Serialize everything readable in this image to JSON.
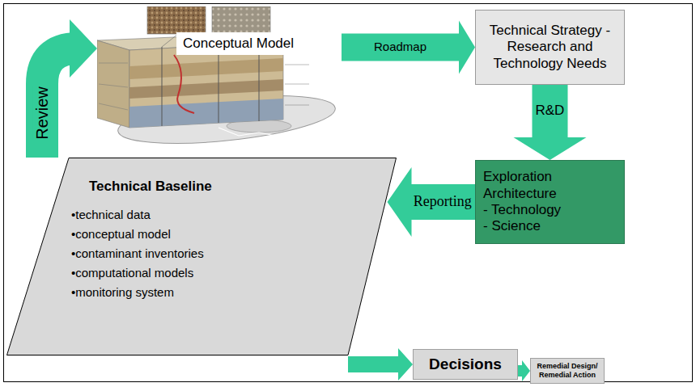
{
  "diagram": {
    "nodes": [
      {
        "text": [
          "Conceptual Model"
        ]
      },
      {
        "text": [
          "Technical Strategy - Research and Technology Needs"
        ]
      },
      {
        "text": [
          "Exploration Architecture",
          "- Technology",
          "- Science"
        ]
      },
      {
        "text": [
          "Technical Baseline",
          "•technical data",
          "•conceptual model",
          "•contaminant inventories",
          "•computational models",
          "•monitoring system"
        ]
      },
      {
        "text": [
          "Decisions"
        ]
      },
      {
        "text": [
          "Remedial Design/ Remedial Action"
        ]
      }
    ],
    "edges": [
      {
        "from": 0,
        "to": 1,
        "arrow": "to",
        "label": "Roadmap"
      },
      {
        "from": 1,
        "to": 2,
        "arrow": "to",
        "label": "R&D"
      },
      {
        "from": 2,
        "to": 3,
        "arrow": "to",
        "label": "Reporting"
      },
      {
        "from": 3,
        "to": 0,
        "arrow": "to",
        "label": "Review"
      },
      {
        "from": 3,
        "to": 4,
        "arrow": "to"
      },
      {
        "from": 4,
        "to": 5,
        "arrow": "to"
      }
    ]
  }
}
